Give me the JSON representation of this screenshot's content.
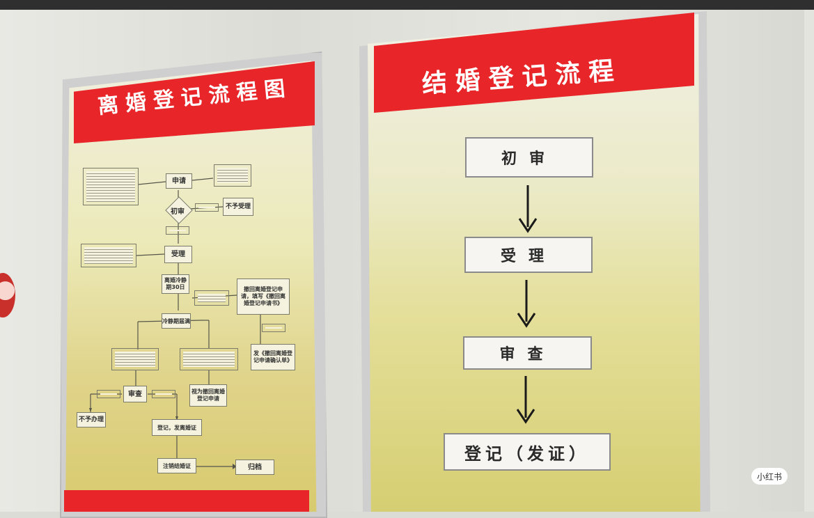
{
  "left_board": {
    "title": "离婚登记流程图",
    "flow": {
      "apply": "申请",
      "initial_review": "初审",
      "not_accept": "不予受理",
      "accept": "受理",
      "cooling_off": "离婚冷静期30日",
      "withdraw_box": "撤回离婚登记申请，填写《撤回离婚登记申请书》",
      "withdraw_final": "发《撤回离婚登记申请确认单》",
      "end_cooling": "冷静期届满",
      "review": "审查",
      "not_register": "不予办理",
      "register": "登记，发离婚证",
      "cancel_marriage": "注销结婚证",
      "archive": "归档",
      "withdraw_deemed": "视为撤回离婚登记申请"
    }
  },
  "right_board": {
    "title": "结婚登记流程",
    "steps": [
      "初审",
      "受理",
      "审查",
      "登记（发证）"
    ]
  },
  "watermark": "小红书"
}
